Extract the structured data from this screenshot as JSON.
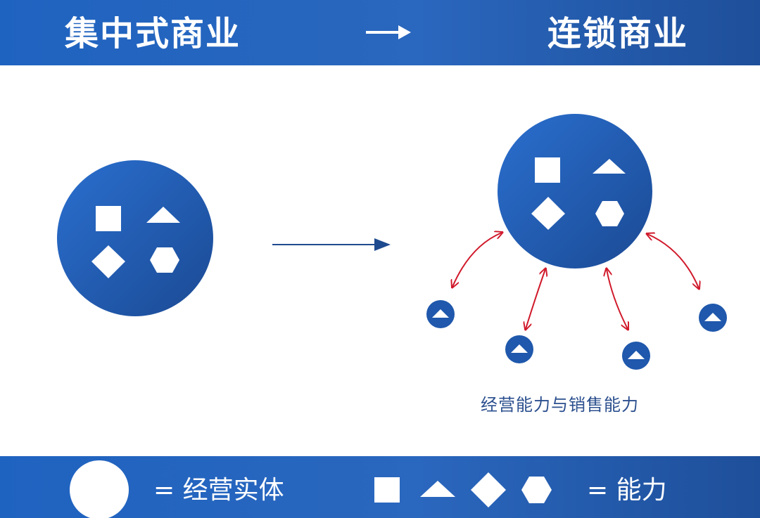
{
  "header": {
    "left_title": "集中式商业",
    "right_title": "连锁商业"
  },
  "diagram": {
    "caption": "经营能力与销售能力"
  },
  "legend": {
    "entity_label": "= 经营实体",
    "ability_label": "= 能力"
  },
  "colors": {
    "banner_blue": "#1f63c0",
    "circle_blue": "#1f58ac",
    "arrow_red": "#d0192a",
    "arrow_navy": "#1e4a8f",
    "caption_text": "#2b4f8e"
  },
  "icons": [
    "square-icon",
    "triangle-icon",
    "diamond-icon",
    "hexagon-icon"
  ]
}
